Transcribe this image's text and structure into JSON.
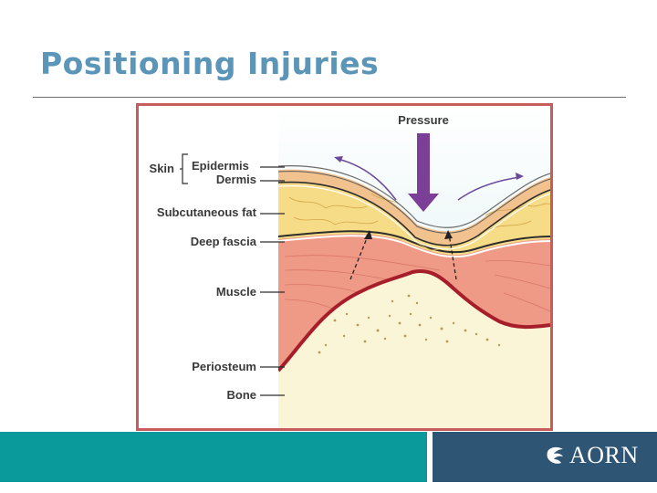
{
  "slide": {
    "title": "Positioning Injuries"
  },
  "diagram": {
    "pressure_label": "Pressure",
    "labels": {
      "skin": "Skin",
      "epidermis": "Epidermis",
      "dermis": "Dermis",
      "subcutaneous_fat": "Subcutaneous fat",
      "deep_fascia": "Deep fascia",
      "muscle": "Muscle",
      "periosteum": "Periosteum",
      "bone": "Bone"
    },
    "colors": {
      "pressure_arrow": "#7c3f98",
      "fat": "#f6dc86",
      "muscle": "#ef9a86",
      "bone": "#fbf5d8",
      "periosteum": "#a51e2a",
      "frame": "#c75c5c"
    }
  },
  "footer": {
    "logo_text": "AORN",
    "colors": {
      "left": "#0b9a9c",
      "right": "#2f5574"
    }
  }
}
